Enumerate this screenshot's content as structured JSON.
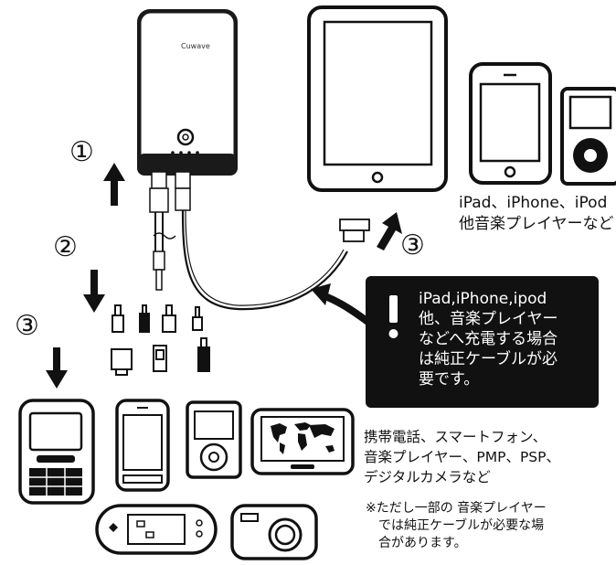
{
  "steps": {
    "step1": "①",
    "step2": "②",
    "step3a": "③",
    "step3b": "③"
  },
  "device": {
    "brand": "Cuwave"
  },
  "apple_caption": {
    "line1": "iPad、iPhone、iPod",
    "line2": "他音楽プレイヤーなど"
  },
  "callout": {
    "line1": "iPad,iPhone,ipod",
    "line2": "他、音楽プレイヤー",
    "line3": "などへ充電する場合",
    "line4": "は純正ケーブルが必",
    "line5": "要です。"
  },
  "devices_caption": {
    "line1": "携帯電話、スマートフォン、",
    "line2": "音楽プレイヤー、PMP、PSP、",
    "line3": "デジタルカメラなど"
  },
  "note": {
    "line1": "※ただし一部の 音楽プレイヤー",
    "line2": "では純正ケーブルが必要な場",
    "line3": "合があります。"
  },
  "colors": {
    "ink": "#111111",
    "callout_bg": "#111111",
    "callout_text": "#ffffff"
  },
  "icons": [
    "power-bank-icon",
    "ipad-icon",
    "iphone-icon",
    "ipod-icon",
    "feature-phone-icon",
    "smartphone-icon",
    "ipod-classic-icon",
    "portable-media-player-icon",
    "psp-icon",
    "digital-camera-icon",
    "world-map-icon",
    "up-arrow-icon",
    "down-arrow-icon",
    "curved-arrow-icon",
    "exclamation-icon",
    "adapter-tip-icon"
  ]
}
